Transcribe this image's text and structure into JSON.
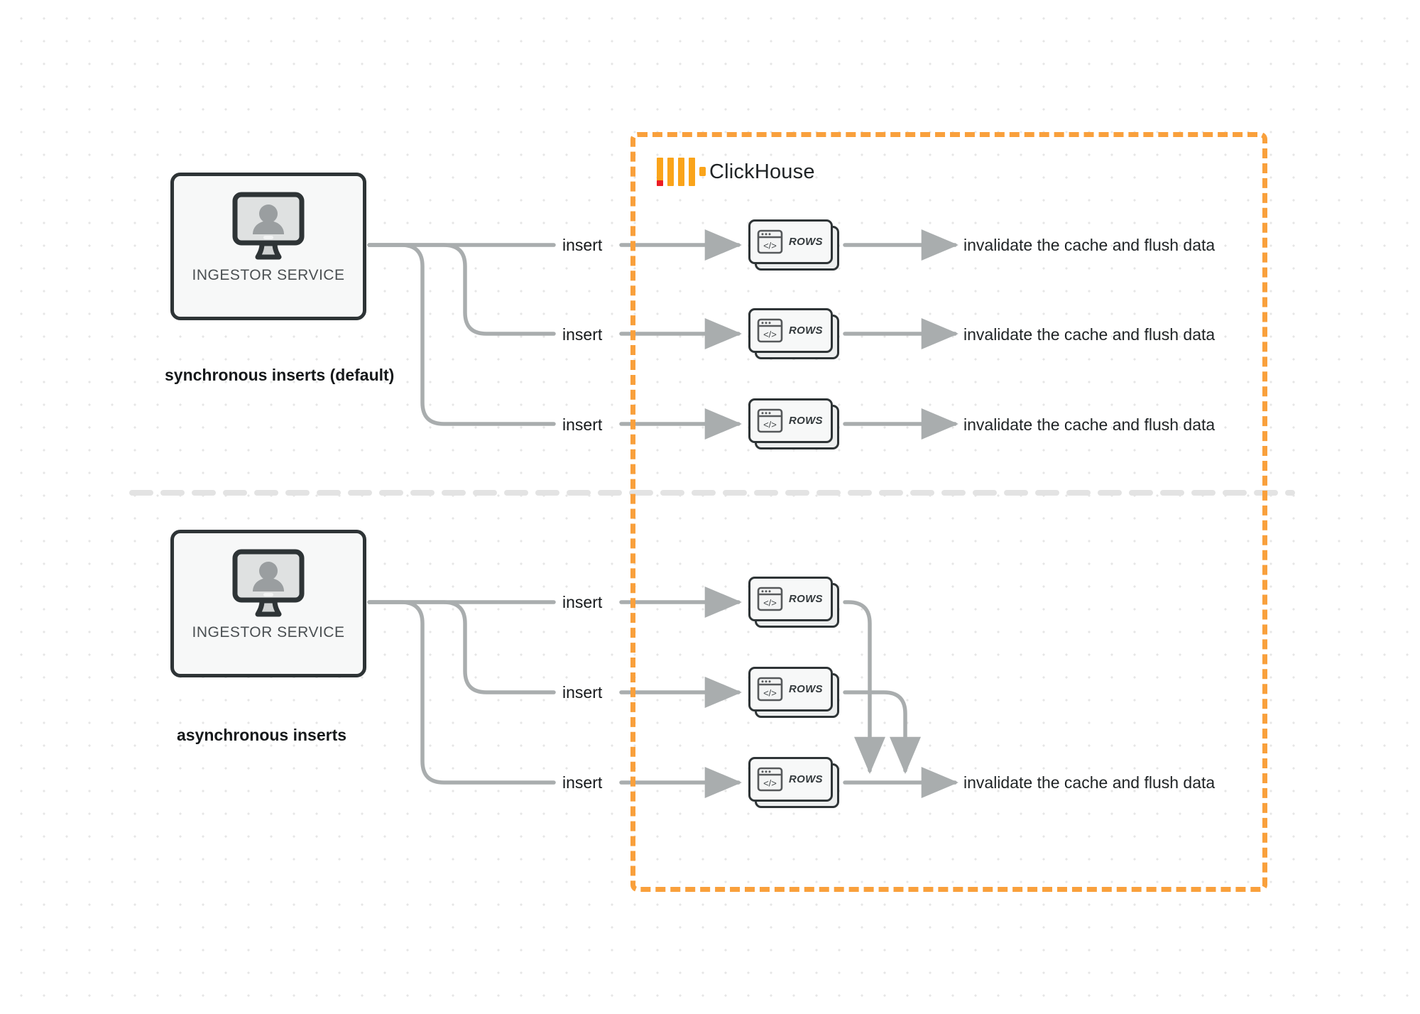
{
  "diagram": {
    "title": "ClickHouse synchronous vs asynchronous inserts",
    "colors": {
      "container_border": "#f9a03c",
      "logo_orange": "#faa41a",
      "logo_red": "#ec1c24",
      "node_border": "#2e3436",
      "node_fill": "#f7f8f8",
      "edge": "#a9adae",
      "divider": "#e3e3e3",
      "text": "#16191b",
      "dot_grid": "#e6e6e6"
    }
  },
  "clickhouse": {
    "logo_name": "clickhouse-logo-icon",
    "title": "ClickHouse"
  },
  "sections": [
    {
      "id": "synchronous",
      "caption": "synchronous inserts (default)",
      "ingestor": {
        "label": "INGESTOR SERVICE",
        "icon": "monitor-user-icon"
      },
      "rows": [
        {
          "insert_label": "insert",
          "node_label": "ROWS",
          "node_icon": "code-window-icon",
          "result_label": "invalidate the cache and flush data"
        },
        {
          "insert_label": "insert",
          "node_label": "ROWS",
          "node_icon": "code-window-icon",
          "result_label": "invalidate the cache and flush data"
        },
        {
          "insert_label": "insert",
          "node_label": "ROWS",
          "node_icon": "code-window-icon",
          "result_label": "invalidate the cache and flush data"
        }
      ]
    },
    {
      "id": "asynchronous",
      "caption": "asynchronous inserts",
      "ingestor": {
        "label": "INGESTOR SERVICE",
        "icon": "monitor-user-icon"
      },
      "rows": [
        {
          "insert_label": "insert",
          "node_label": "ROWS",
          "node_icon": "code-window-icon",
          "result_label": ""
        },
        {
          "insert_label": "insert",
          "node_label": "ROWS",
          "node_icon": "code-window-icon",
          "result_label": ""
        },
        {
          "insert_label": "insert",
          "node_label": "ROWS",
          "node_icon": "code-window-icon",
          "result_label": "invalidate the cache and flush data"
        }
      ]
    }
  ]
}
